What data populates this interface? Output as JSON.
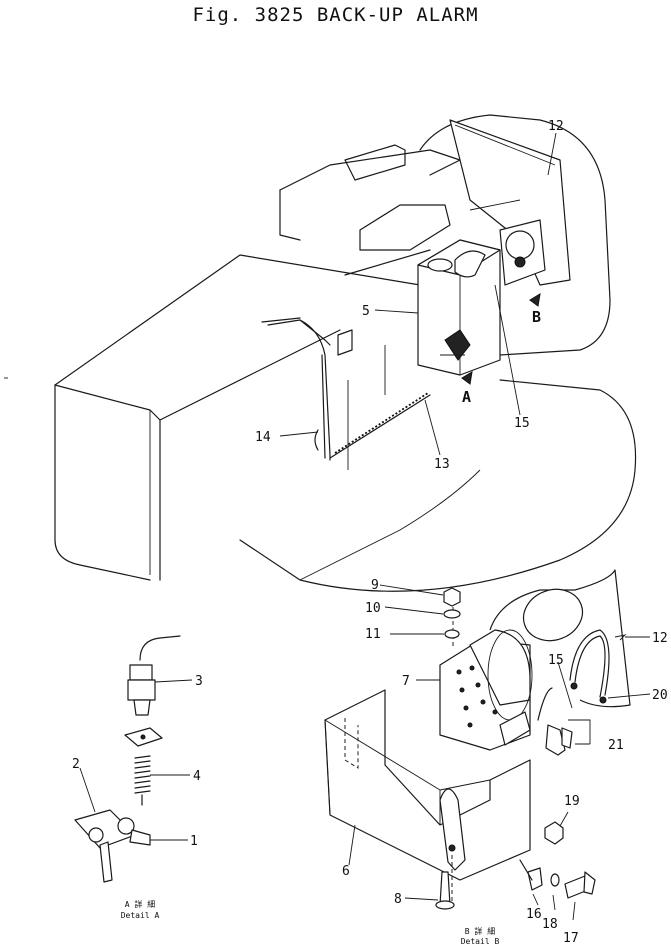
{
  "title": "Fig. 3825 BACK-UP ALARM",
  "callouts": [
    "1",
    "2",
    "3",
    "4",
    "5",
    "6",
    "7",
    "8",
    "9",
    "10",
    "11",
    "12",
    "12",
    "13",
    "14",
    "15",
    "15",
    "16",
    "17",
    "18",
    "19",
    "20",
    "21"
  ],
  "view_markers": [
    "A",
    "B"
  ],
  "detail_a": {
    "jp": "A 詳 細",
    "en": "Detail A"
  },
  "detail_b": {
    "jp": "B 詳 細",
    "en": "Detail B"
  }
}
